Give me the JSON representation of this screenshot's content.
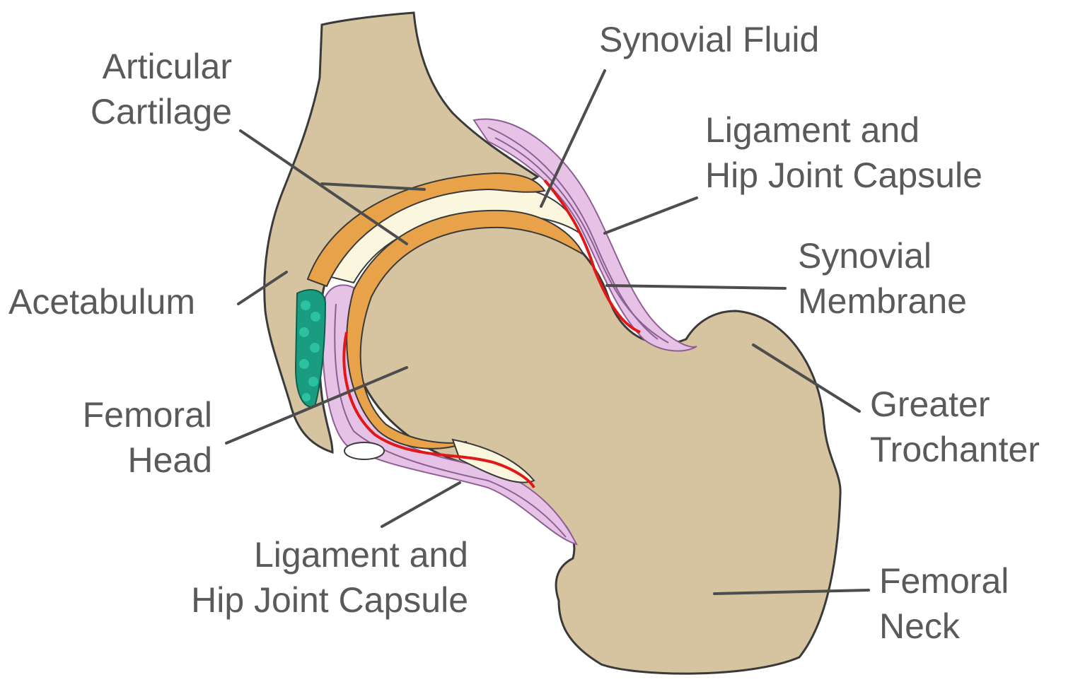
{
  "labels": {
    "articular_cartilage": [
      "Articular",
      "Cartilage"
    ],
    "synovial_fluid": [
      "Synovial Fluid"
    ],
    "ligament_upper": [
      "Ligament and",
      "Hip Joint Capsule"
    ],
    "synovial_membrane": [
      "Synovial",
      "Membrane"
    ],
    "acetabulum": [
      "Acetabulum"
    ],
    "greater_trochanter": [
      "Greater",
      "Trochanter"
    ],
    "femoral_head": [
      "Femoral",
      "Head"
    ],
    "ligament_lower": [
      "Ligament and",
      "Hip Joint Capsule"
    ],
    "femoral_neck": [
      "Femoral",
      "Neck"
    ]
  },
  "colors": {
    "bone": "#d6c4a0",
    "bone_outline": "#3a3a3a",
    "cartilage": "#e8a24a",
    "synovial_fluid": "#fbf7de",
    "ligament": "#e6c2e6",
    "ligament_fibers": "#8e5e94",
    "membrane": "#e01818",
    "fat_pad": "#1a9c80",
    "label_text": "#5a5a5a",
    "leader_line": "#4d4d4d"
  }
}
